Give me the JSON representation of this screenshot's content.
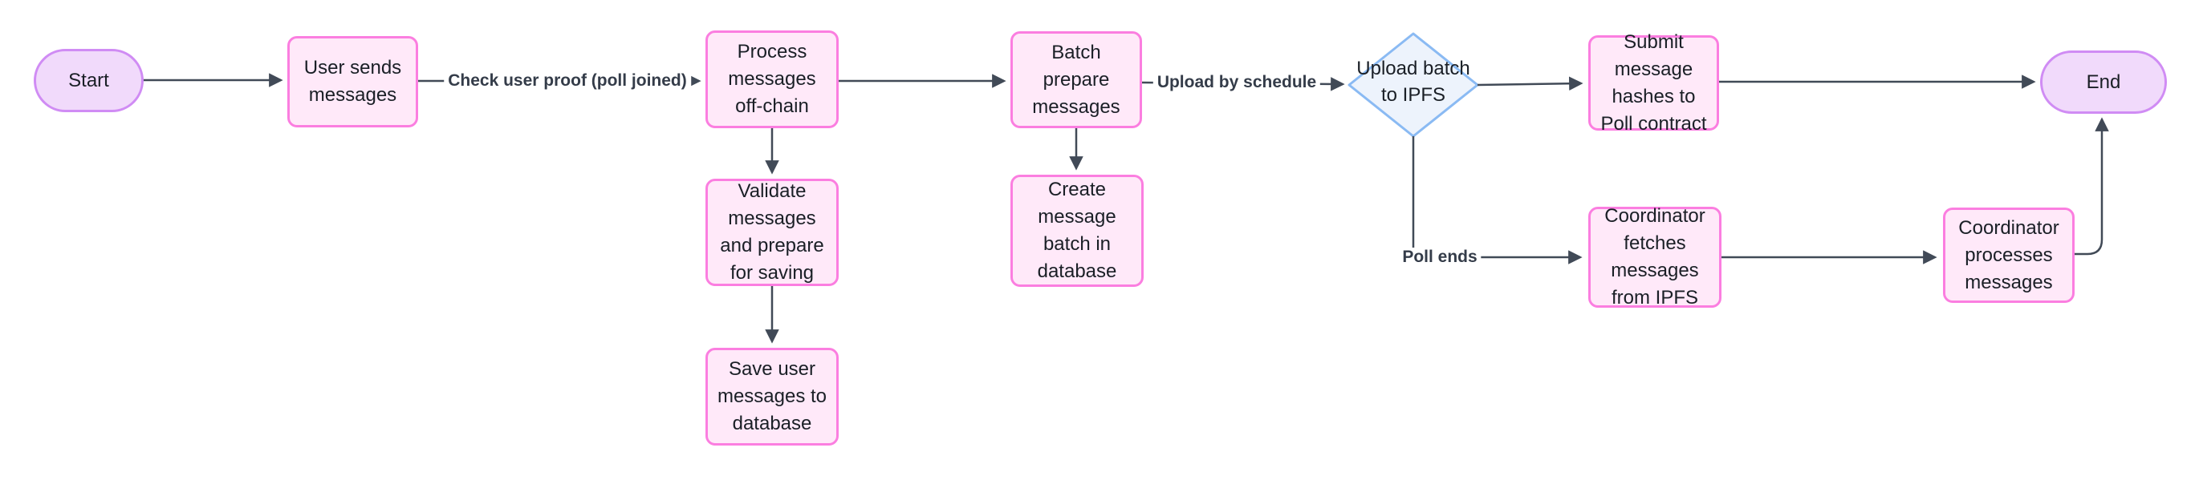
{
  "diagram": {
    "type": "flowchart",
    "direction": "left-to-right",
    "nodes": {
      "start": {
        "label": "Start",
        "shape": "stadium"
      },
      "user_sends": {
        "label": "User sends\nmessages",
        "shape": "rect"
      },
      "process_offchain": {
        "label": "Process\nmessages\noff-chain",
        "shape": "rect"
      },
      "batch_prepare": {
        "label": "Batch\nprepare\nmessages",
        "shape": "rect"
      },
      "upload_ipfs": {
        "label": "Upload batch\nto IPFS",
        "shape": "diamond"
      },
      "submit_hashes": {
        "label": "Submit\nmessage\nhashes to\nPoll contract",
        "shape": "rect"
      },
      "end": {
        "label": "End",
        "shape": "stadium"
      },
      "validate": {
        "label": "Validate\nmessages\nand prepare\nfor saving",
        "shape": "rect"
      },
      "save_messages": {
        "label": "Save user\nmessages to\ndatabase",
        "shape": "rect"
      },
      "create_batch": {
        "label": "Create\nmessage\nbatch in\ndatabase",
        "shape": "rect"
      },
      "coordinator_fetch": {
        "label": "Coordinator\nfetches\nmessages\nfrom IPFS",
        "shape": "rect"
      },
      "coordinator_process": {
        "label": "Coordinator\nprocesses\nmessages",
        "shape": "rect"
      }
    },
    "edge_labels": {
      "check_user_proof": "Check user proof (poll joined)",
      "upload_by_schedule": "Upload by schedule",
      "poll_ends": "Poll ends"
    },
    "edges": [
      {
        "from": "start",
        "to": "user_sends",
        "label": ""
      },
      {
        "from": "user_sends",
        "to": "process_offchain",
        "label": "Check user proof (poll joined)"
      },
      {
        "from": "process_offchain",
        "to": "batch_prepare",
        "label": ""
      },
      {
        "from": "batch_prepare",
        "to": "upload_ipfs",
        "label": "Upload by schedule"
      },
      {
        "from": "upload_ipfs",
        "to": "submit_hashes",
        "label": ""
      },
      {
        "from": "submit_hashes",
        "to": "end",
        "label": ""
      },
      {
        "from": "process_offchain",
        "to": "validate",
        "label": ""
      },
      {
        "from": "validate",
        "to": "save_messages",
        "label": ""
      },
      {
        "from": "batch_prepare",
        "to": "create_batch",
        "label": ""
      },
      {
        "from": "upload_ipfs",
        "to": "coordinator_fetch",
        "label": "Poll ends"
      },
      {
        "from": "coordinator_fetch",
        "to": "coordinator_process",
        "label": ""
      },
      {
        "from": "coordinator_process",
        "to": "end",
        "label": ""
      }
    ],
    "colors": {
      "rect_fill": "#ffe9f9",
      "rect_border": "#fb7ee0",
      "stadium_fill": "#f1dafb",
      "stadium_border": "#d08cf4",
      "diamond_fill": "#edf3fc",
      "diamond_border": "#8abaf3",
      "edge_line": "#414a57",
      "background": "#ffffff"
    }
  }
}
